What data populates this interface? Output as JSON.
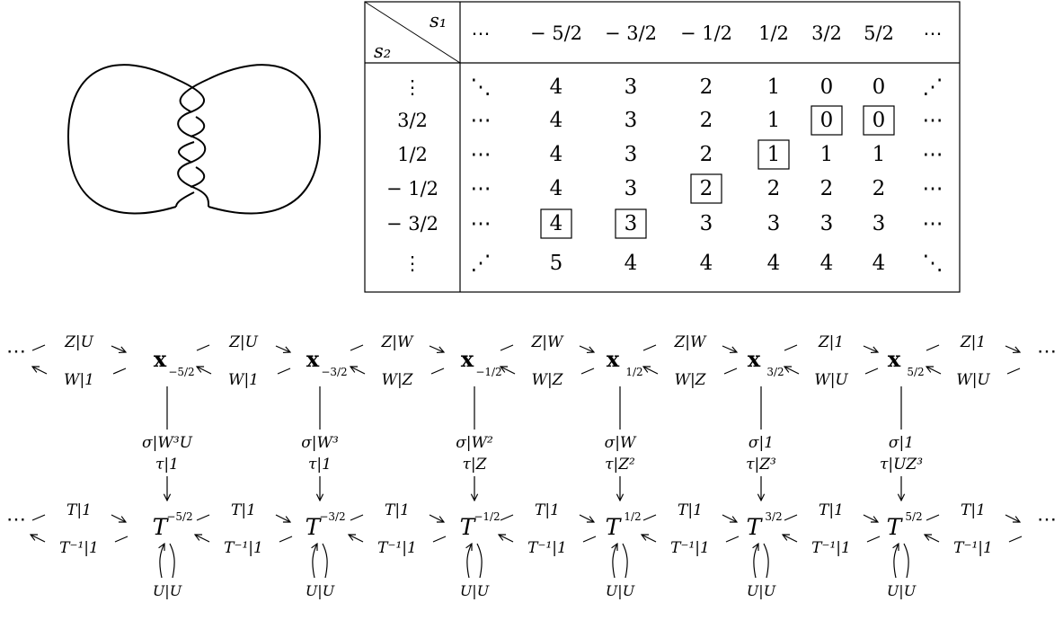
{
  "table": {
    "corner_top": "s₁",
    "corner_bottom": "s₂",
    "col_headers": [
      "⋯",
      "− 5/2",
      "− 3/2",
      "− 1/2",
      "1/2",
      "3/2",
      "5/2",
      "⋯"
    ],
    "row_headers": [
      "⋮",
      "3/2",
      "1/2",
      "− 1/2",
      "− 3/2",
      "⋮"
    ],
    "rows": [
      [
        "⋱",
        "4",
        "3",
        "2",
        "1",
        "0",
        "0",
        "⋰"
      ],
      [
        "⋯",
        "4",
        "3",
        "2",
        "1",
        "0",
        "0",
        "⋯"
      ],
      [
        "⋯",
        "4",
        "3",
        "2",
        "1",
        "1",
        "1",
        "⋯"
      ],
      [
        "⋯",
        "4",
        "3",
        "2",
        "2",
        "2",
        "2",
        "⋯"
      ],
      [
        "⋯",
        "4",
        "3",
        "3",
        "3",
        "3",
        "3",
        "⋯"
      ],
      [
        "⋰",
        "5",
        "4",
        "4",
        "4",
        "4",
        "4",
        "⋱"
      ]
    ],
    "boxed_cells": [
      [
        1,
        5
      ],
      [
        1,
        6
      ],
      [
        2,
        4
      ],
      [
        3,
        3
      ],
      [
        4,
        1
      ],
      [
        4,
        2
      ]
    ]
  },
  "complex": {
    "ellipsis": "⋯",
    "gens": [
      {
        "top_base": "x",
        "exp": "−5/2",
        "bot_base": "T",
        "vert_sigma": "σ|W³U",
        "vert_tau": "τ|1",
        "loop": "U|U"
      },
      {
        "top_base": "x",
        "exp": "−3/2",
        "bot_base": "T",
        "vert_sigma": "σ|W³",
        "vert_tau": "τ|1",
        "loop": "U|U"
      },
      {
        "top_base": "x",
        "exp": "−1/2",
        "bot_base": "T",
        "vert_sigma": "σ|W²",
        "vert_tau": "τ|Z",
        "loop": "U|U"
      },
      {
        "top_base": "x",
        "exp": "1/2",
        "bot_base": "T",
        "vert_sigma": "σ|W",
        "vert_tau": "τ|Z²",
        "loop": "U|U"
      },
      {
        "top_base": "x",
        "exp": "3/2",
        "bot_base": "T",
        "vert_sigma": "σ|1",
        "vert_tau": "τ|Z³",
        "loop": "U|U"
      },
      {
        "top_base": "x",
        "exp": "5/2",
        "bot_base": "T",
        "vert_sigma": "σ|1",
        "vert_tau": "τ|UZ³",
        "loop": "U|U"
      }
    ],
    "top_forward": [
      "Z|U",
      "Z|U",
      "Z|W",
      "Z|W",
      "Z|W",
      "Z|1",
      "Z|1"
    ],
    "top_backward": [
      "W|1",
      "W|1",
      "W|Z",
      "W|Z",
      "W|Z",
      "W|U",
      "W|U"
    ],
    "bottom_forward": [
      "T|1",
      "T|1",
      "T|1",
      "T|1",
      "T|1",
      "T|1",
      "T|1"
    ],
    "bottom_backward": [
      "T⁻¹|1",
      "T⁻¹|1",
      "T⁻¹|1",
      "T⁻¹|1",
      "T⁻¹|1",
      "T⁻¹|1",
      "T⁻¹|1"
    ]
  }
}
